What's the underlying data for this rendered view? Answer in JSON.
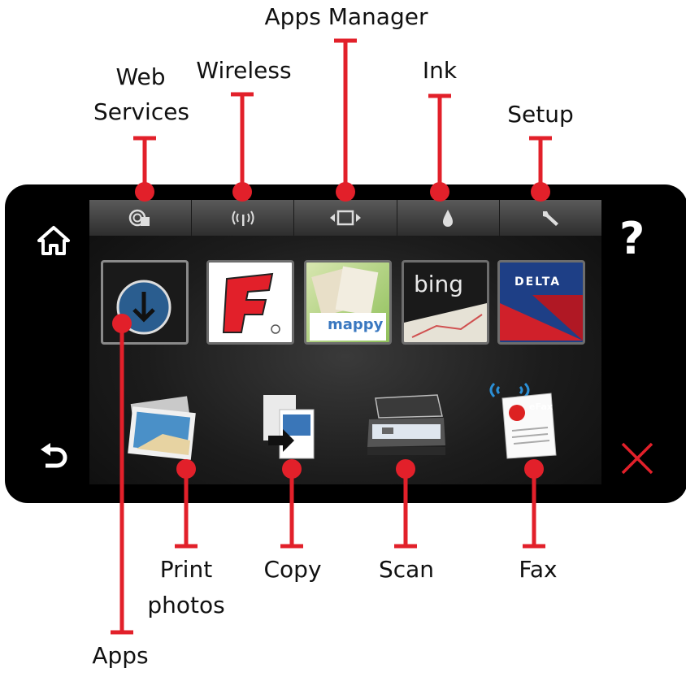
{
  "labels": {
    "web_services_line1": "Web",
    "web_services_line2": "Services",
    "wireless": "Wireless",
    "apps_manager": "Apps Manager",
    "ink": "Ink",
    "setup": "Setup",
    "print_line1": "Print",
    "print_line2": "photos",
    "copy": "Copy",
    "scan": "Scan",
    "fax": "Fax",
    "apps": "Apps"
  },
  "screen": {
    "help_glyph": "?",
    "tiles": {
      "bing": "bing",
      "delta": "DELTA",
      "mappy": "mappy",
      "fax_icon": "eFax"
    }
  },
  "colors": {
    "callout": "#e2202a",
    "device": "#000000",
    "close": "#e2202a"
  },
  "icons": [
    "home-icon",
    "help-icon",
    "back-icon",
    "close-icon",
    "web-services-icon",
    "wireless-icon",
    "apps-manager-icon",
    "ink-drop-icon",
    "wrench-icon"
  ]
}
